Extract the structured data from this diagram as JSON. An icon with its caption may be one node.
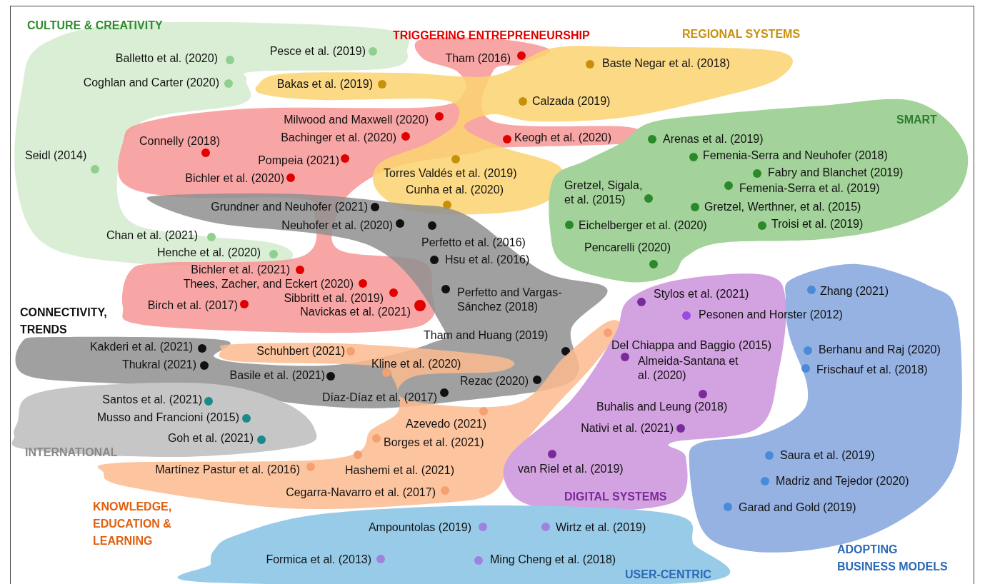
{
  "diagram": {
    "nodes": [
      {
        "text": [
          "CULTURE & CREATIVITY",
          "Balletto et al. (2020)",
          "Pesce et al. (2019)",
          "Coghlan and Carter (2020)",
          "Seidl (2014)",
          "Chan et al. (2021)",
          "Henche et al. (2020)"
        ]
      },
      {
        "text": [
          "TRIGGERING ENTREPRENEURSHIP",
          "Tham (2016)",
          "Milwood and Maxwell (2020)",
          "Connelly (2018)",
          "Bachinger et al. (2020)",
          "Pompeia (2021)",
          "Keogh et al. (2020)",
          "Bichler et al. (2020)",
          "Bichler et al. (2021)",
          "Thees, Zacher, and Eckert (2020)",
          "Sibbritt et al. (2019)",
          "Birch et al. (2017)",
          "Navickas et al. (2021)"
        ]
      },
      {
        "text": [
          "REGIONAL SYSTEMS",
          "Baste Negar et al. (2018)",
          "Bakas et al. (2019)",
          "Calzada (2019)",
          "Torres Valdés et al. (2019)",
          "Cunha et al. (2020)"
        ]
      },
      {
        "text": [
          "SMART",
          "Arenas et al. (2019)",
          "Femenia-Serra and Neuhofer (2018)",
          "Fabry and Blanchet (2019)",
          "Gretzel, Sigala, et al. (2015)",
          "Femenia-Serra et al. (2019)",
          "Gretzel, Werthner, et al. (2015)",
          "Eichelberger et al. (2020)",
          "Troisi et al. (2019)",
          "Pencarelli (2020)"
        ]
      },
      {
        "text": [
          "Grundner and Neuhofer (2021)",
          "Neuhofer et al. (2020)",
          "Perfetto et al. (2016)",
          "Hsu et al. (2016)",
          "Perfetto and Vargas-Sánchez (2018)",
          "CONNECTIVITY, TRENDS",
          "Tham and Huang (2019)",
          "Kakderi et al. (2021)",
          "Thukral (2021)",
          "Basile et al. (2021)",
          "Rezac (2020)",
          "Díaz-Díaz et al. (2017)"
        ]
      },
      {
        "text": [
          "Santos et al. (2021)",
          "Musso and Francioni (2015)",
          "Goh et al. (2021)",
          "INTERNATIONAL"
        ]
      },
      {
        "text": [
          "Schuhbert (2021)",
          "Kline et al. (2020)",
          "Azevedo (2021)",
          "Borges et al. (2021)",
          "Martínez Pastur et al. (2016)",
          "Hashemi et al. (2021)",
          "Cegarra-Navarro et al. (2017)",
          "KNOWLEDGE, EDUCATION & LEARNING"
        ]
      },
      {
        "text": [
          "Stylos et al. (2021)",
          "Pesonen and Horster (2012)",
          "Del Chiappa and Baggio (2015)",
          "Almeida-Santana et al. (2020)",
          "Buhalis and Leung (2018)",
          "Nativi et al. (2021)",
          "van Riel et al. (2019)",
          "DIGITAL SYSTEMS"
        ]
      },
      {
        "text": [
          "Zhang (2021)",
          "Berhanu and Raj (2020)",
          "Frischauf et al. (2018)",
          "Saura et al. (2019)",
          "Madriz and Tejedor (2020)",
          "Garad and Gold (2019)",
          "ADOPTING BUSINESS MODELS"
        ]
      },
      {
        "text": [
          "Ampountolas (2019)",
          "Wirtz et al. (2019)",
          "Formica et al. (2013)",
          "Ming Cheng et al. (2018)",
          "USER-CENTRIC"
        ]
      }
    ]
  }
}
